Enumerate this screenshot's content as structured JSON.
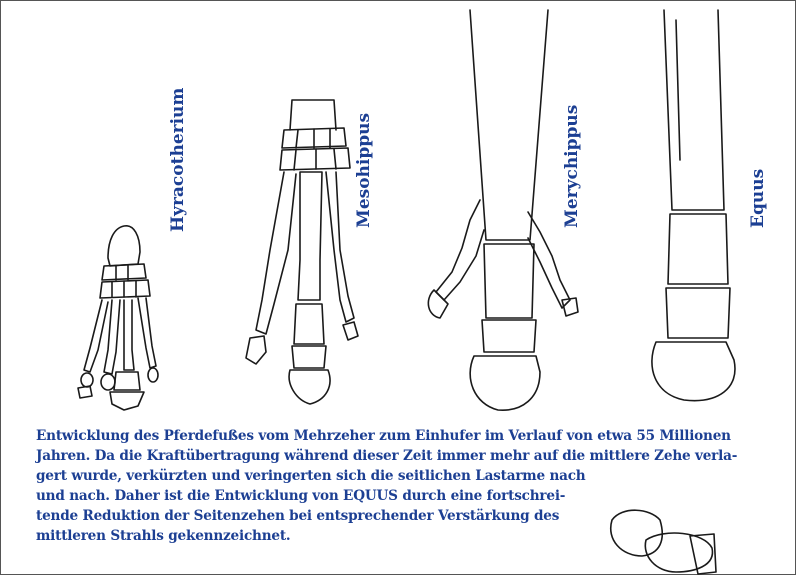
{
  "species": {
    "hyracotherium": "Hyracotherium",
    "mesohippus": "Mesohippus",
    "merychippus": "Merychippus",
    "equus": "Equus"
  },
  "caption": {
    "line1": "Entwicklung des Pferdefußes vom Mehrzeher zum Einhufer im Verlauf von etwa 55 Millionen",
    "line2": "Jahren. Da die Kraftübertragung während dieser Zeit immer mehr auf die mittlere Zehe verla-",
    "line3": "gert wurde, verkürzten und veringerten sich die seitlichen Lastarme nach",
    "line4": "und nach. Daher ist die Entwicklung von EQUUS durch eine fortschrei-",
    "line5": "tende Reduktion der Seitenzehen bei entsprechender Verstärkung des",
    "line6": "mittleren Strahls gekennzeichnet."
  },
  "colors": {
    "text": "#1c3f93",
    "ink": "#1a1a1a"
  }
}
